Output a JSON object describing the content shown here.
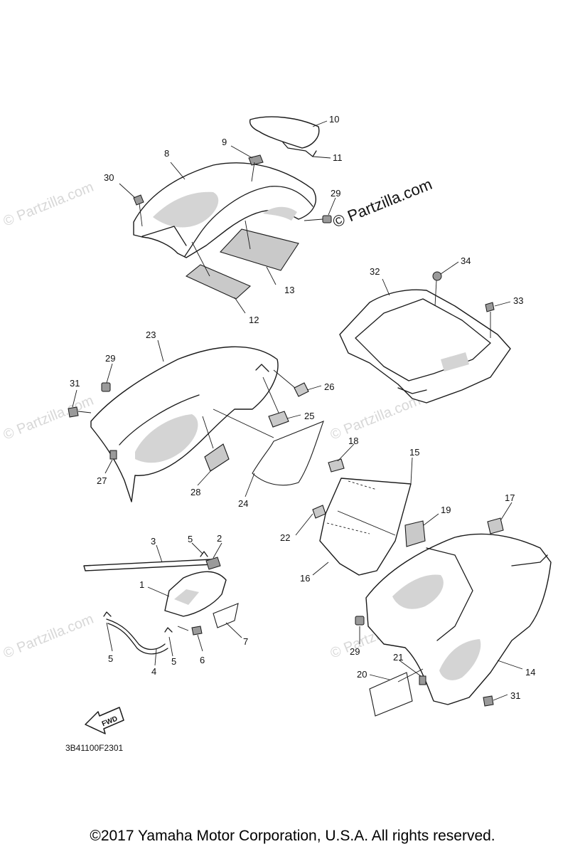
{
  "diagram_code": "3B41100F2301",
  "copyright": "©2017  Yamaha Motor Corporation, U.S.A. All rights reserved.",
  "watermark_main": "© Partzilla.com",
  "watermark_faint": "© Partzilla.com",
  "fwd_label": "FWD",
  "callouts": {
    "c1": "1",
    "c2": "2",
    "c3": "3",
    "c4": "4",
    "c5a": "5",
    "c5b": "5",
    "c5c": "5",
    "c6": "6",
    "c7": "7",
    "c8": "8",
    "c9": "9",
    "c10": "10",
    "c11": "11",
    "c12": "12",
    "c13": "13",
    "c14": "14",
    "c15": "15",
    "c16": "16",
    "c17": "17",
    "c18": "18",
    "c19": "19",
    "c20": "20",
    "c21": "21",
    "c22": "22",
    "c23": "23",
    "c24": "24",
    "c25": "25",
    "c26": "26",
    "c27": "27",
    "c28": "28",
    "c29a": "29",
    "c29b": "29",
    "c29c": "29",
    "c30": "30",
    "c31a": "31",
    "c31b": "31",
    "c32": "32",
    "c33": "33",
    "c34": "34"
  }
}
